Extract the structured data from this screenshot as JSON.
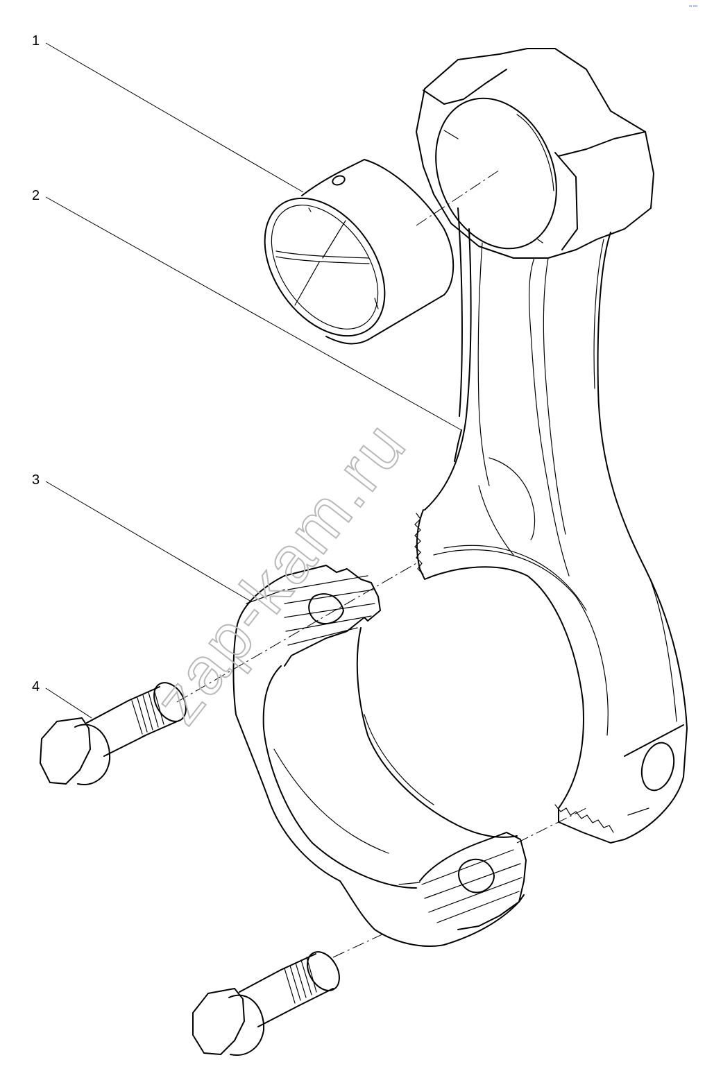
{
  "callouts": [
    {
      "number": "1",
      "part": "bushing"
    },
    {
      "number": "2",
      "part": "connecting-rod"
    },
    {
      "number": "3",
      "part": "rod-cap"
    },
    {
      "number": "4",
      "part": "bolt"
    }
  ],
  "watermark": "zap-kam.ru",
  "corner_mark": "•• •••"
}
